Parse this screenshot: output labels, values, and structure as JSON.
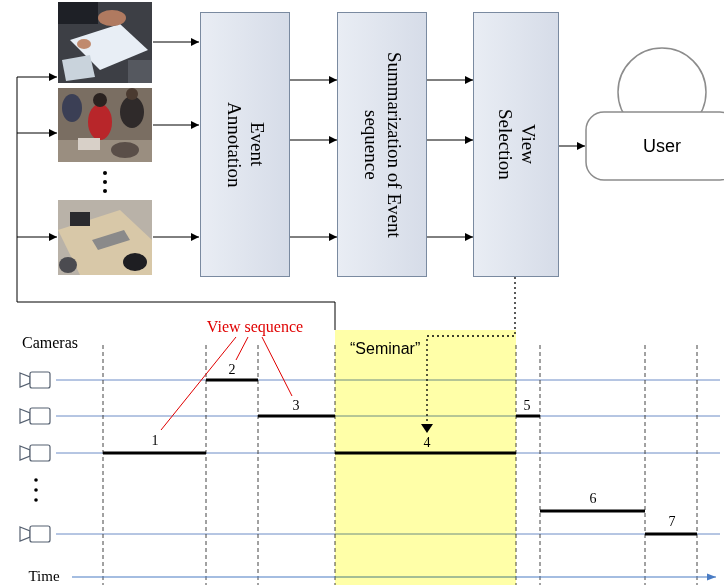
{
  "diagram": {
    "nodes": [
      {
        "text": [
          "Event Annotation"
        ]
      },
      {
        "text": [
          "Summarization of Event sequence"
        ]
      },
      {
        "text": [
          "View Selection"
        ]
      },
      {
        "text": [
          "User"
        ]
      },
      {
        "text": [
          "“Seminar”"
        ]
      }
    ],
    "edges": [
      {
        "from": 0,
        "to": 1,
        "arrow": "to"
      },
      {
        "from": 0,
        "to": 1,
        "arrow": "to"
      },
      {
        "from": 0,
        "to": 1,
        "arrow": "to"
      },
      {
        "from": 1,
        "to": 2,
        "arrow": "to"
      },
      {
        "from": 1,
        "to": 2,
        "arrow": "to"
      },
      {
        "from": 1,
        "to": 2,
        "arrow": "to"
      },
      {
        "from": 2,
        "to": 3,
        "arrow": "to"
      }
    ],
    "labels": [
      "View sequence",
      "Cameras",
      "1",
      "2",
      "3",
      "4",
      "5",
      "6",
      "7",
      "Time"
    ]
  }
}
